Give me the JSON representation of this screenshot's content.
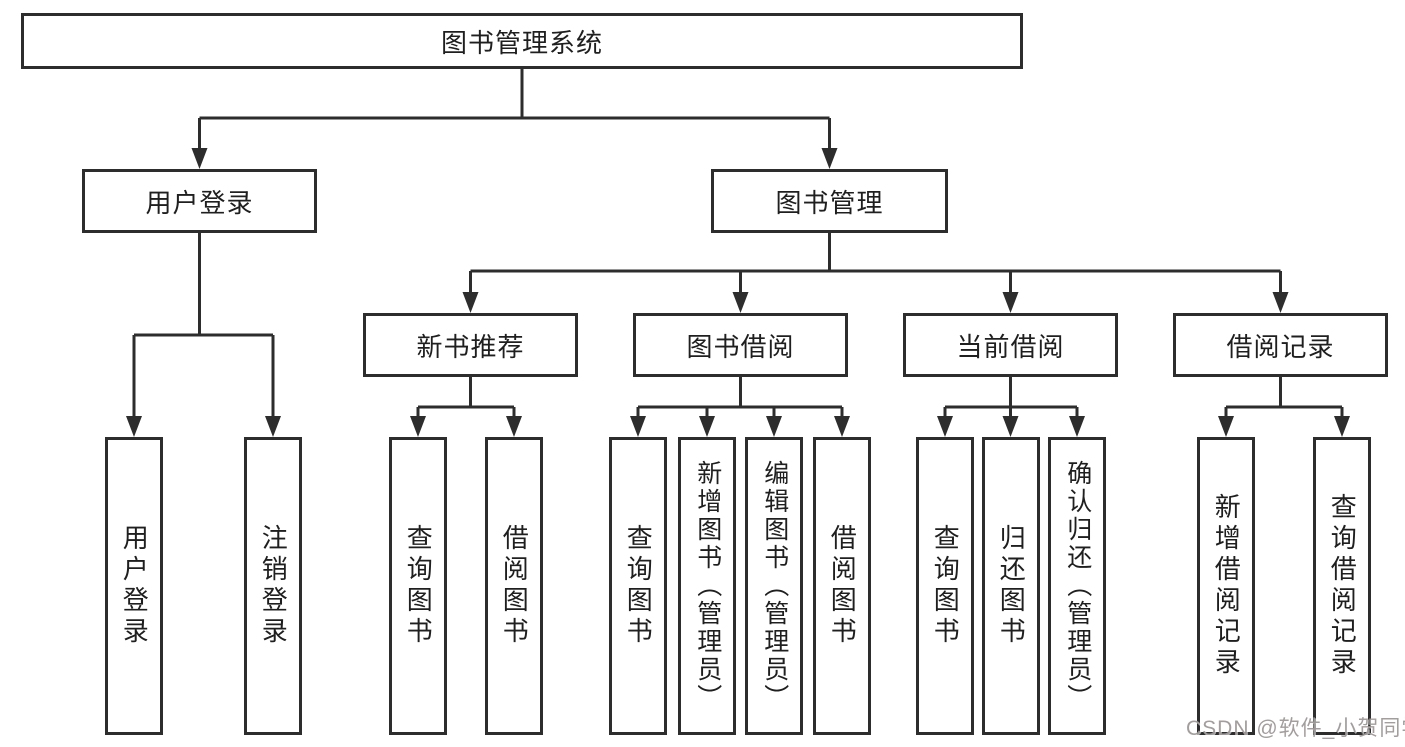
{
  "diagram": {
    "title": "图书管理系统",
    "level2": [
      {
        "label": "用户登录"
      },
      {
        "label": "图书管理"
      }
    ],
    "level3": [
      {
        "label": "新书推荐",
        "parent": "图书管理"
      },
      {
        "label": "图书借阅",
        "parent": "图书管理"
      },
      {
        "label": "当前借阅",
        "parent": "图书管理"
      },
      {
        "label": "借阅记录",
        "parent": "图书管理"
      }
    ],
    "leaves": [
      {
        "label": "用户登录",
        "parent": "用户登录"
      },
      {
        "label": "注销登录",
        "parent": "用户登录"
      },
      {
        "label": "查询图书",
        "parent": "新书推荐"
      },
      {
        "label": "借阅图书",
        "parent": "新书推荐"
      },
      {
        "label": "查询图书",
        "parent": "图书借阅"
      },
      {
        "label": "新增图书（管理员）",
        "parent": "图书借阅"
      },
      {
        "label": "编辑图书（管理员）",
        "parent": "图书借阅"
      },
      {
        "label": "借阅图书",
        "parent": "图书借阅"
      },
      {
        "label": "查询图书",
        "parent": "当前借阅"
      },
      {
        "label": "归还图书",
        "parent": "当前借阅"
      },
      {
        "label": "确认归还（管理员）",
        "parent": "当前借阅"
      },
      {
        "label": "新增借阅记录",
        "parent": "借阅记录"
      },
      {
        "label": "查询借阅记录",
        "parent": "借阅记录"
      }
    ],
    "colors": {
      "line": "#2d2d2d",
      "box_border": "#2d2d2d",
      "text": "#1f1f1f",
      "background": "#ffffff",
      "watermark": "#9e9898"
    }
  },
  "watermark": {
    "text": "CSDN @软件_小贺同学"
  }
}
